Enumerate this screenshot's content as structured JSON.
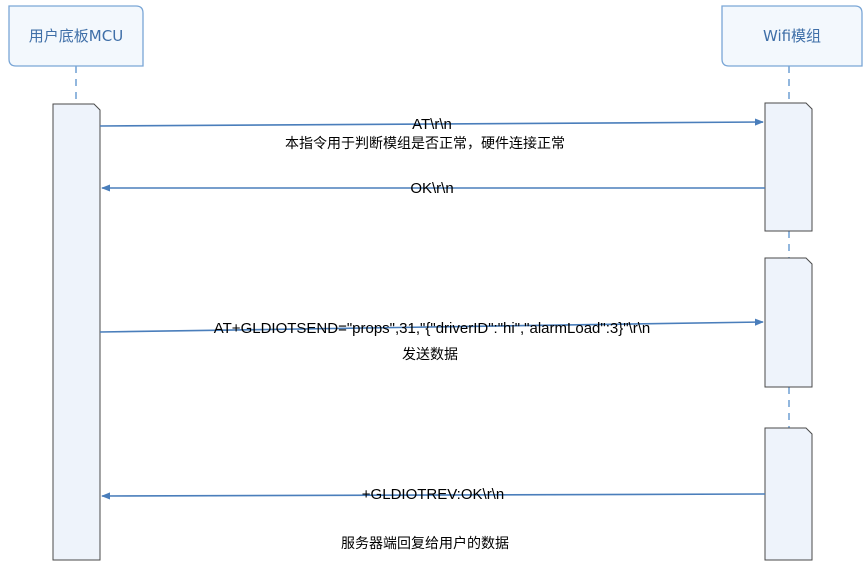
{
  "colors": {
    "arrow": "#4a7ebb",
    "actor_border": "#7aa6d6",
    "actor_fill": "#f3f8fd",
    "actor_text": "#3f6fa8",
    "bar_fill": "#eef3fb",
    "bar_border": "#4a4a4a",
    "lifeline": "#6f9fd3"
  },
  "actors": {
    "mcu": {
      "name": "用户底板MCU"
    },
    "wifi": {
      "name": "Wifi模组"
    }
  },
  "messages": {
    "m1": {
      "label": "AT\\r\\n",
      "note": "本指令用于判断模组是否正常，硬件连接正常"
    },
    "m2": {
      "label": "OK\\r\\n"
    },
    "m3": {
      "label": "AT+GLDIOTSEND=\"props\",31,\"{\"driverID\":\"hi\",\"alarmLoad\":3}\"\\r\\n",
      "note": "发送数据"
    },
    "m4": {
      "label": "+GLDIOTREV:OK\\r\\n",
      "note": "服务器端回复给用户的数据"
    }
  }
}
